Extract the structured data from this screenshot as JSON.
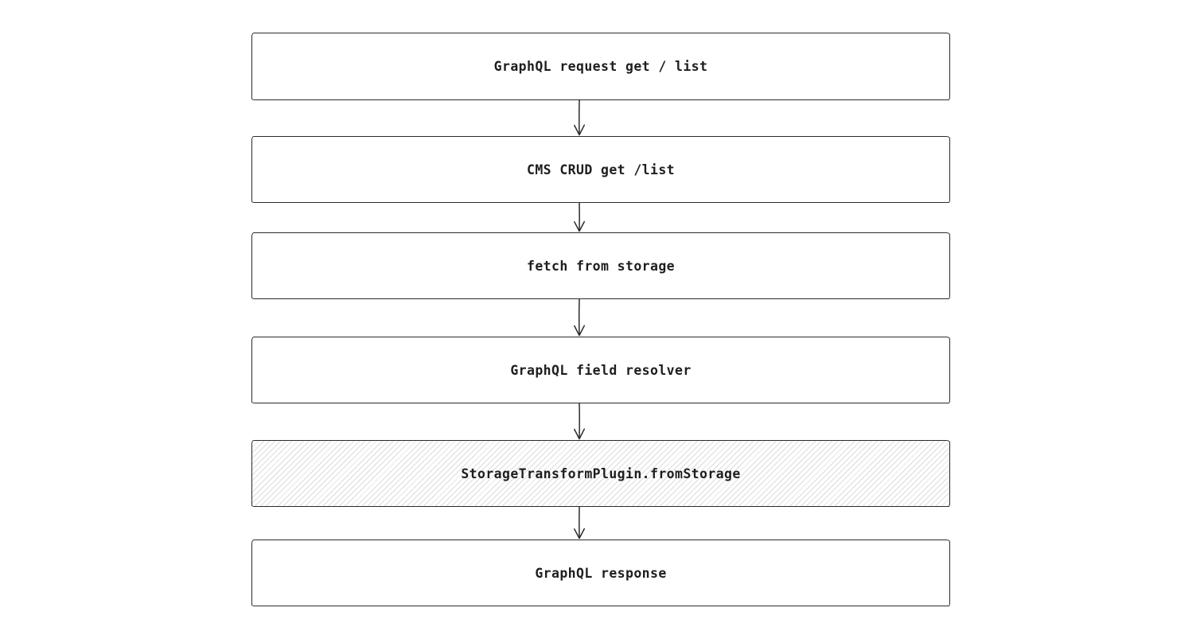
{
  "diagram": {
    "type": "flowchart",
    "direction": "top-to-bottom",
    "nodes": [
      {
        "id": "graphql-request",
        "label": "GraphQL request get / list",
        "fill": "plain"
      },
      {
        "id": "cms-crud",
        "label": "CMS CRUD get /list",
        "fill": "plain"
      },
      {
        "id": "fetch-storage",
        "label": "fetch from storage",
        "fill": "plain"
      },
      {
        "id": "field-resolver",
        "label": "GraphQL field resolver",
        "fill": "plain"
      },
      {
        "id": "storage-transform",
        "label": "StorageTransformPlugin.fromStorage",
        "fill": "hatched"
      },
      {
        "id": "graphql-response",
        "label": "GraphQL response",
        "fill": "plain"
      }
    ],
    "edges": [
      {
        "from": "graphql-request",
        "to": "cms-crud"
      },
      {
        "from": "cms-crud",
        "to": "fetch-storage"
      },
      {
        "from": "fetch-storage",
        "to": "field-resolver"
      },
      {
        "from": "field-resolver",
        "to": "storage-transform"
      },
      {
        "from": "storage-transform",
        "to": "graphql-response"
      }
    ],
    "colors": {
      "background": "#ffffff",
      "stroke": "#2b2b2b",
      "text": "#1e1e1e",
      "hatch_line": "#dcdce0"
    }
  }
}
